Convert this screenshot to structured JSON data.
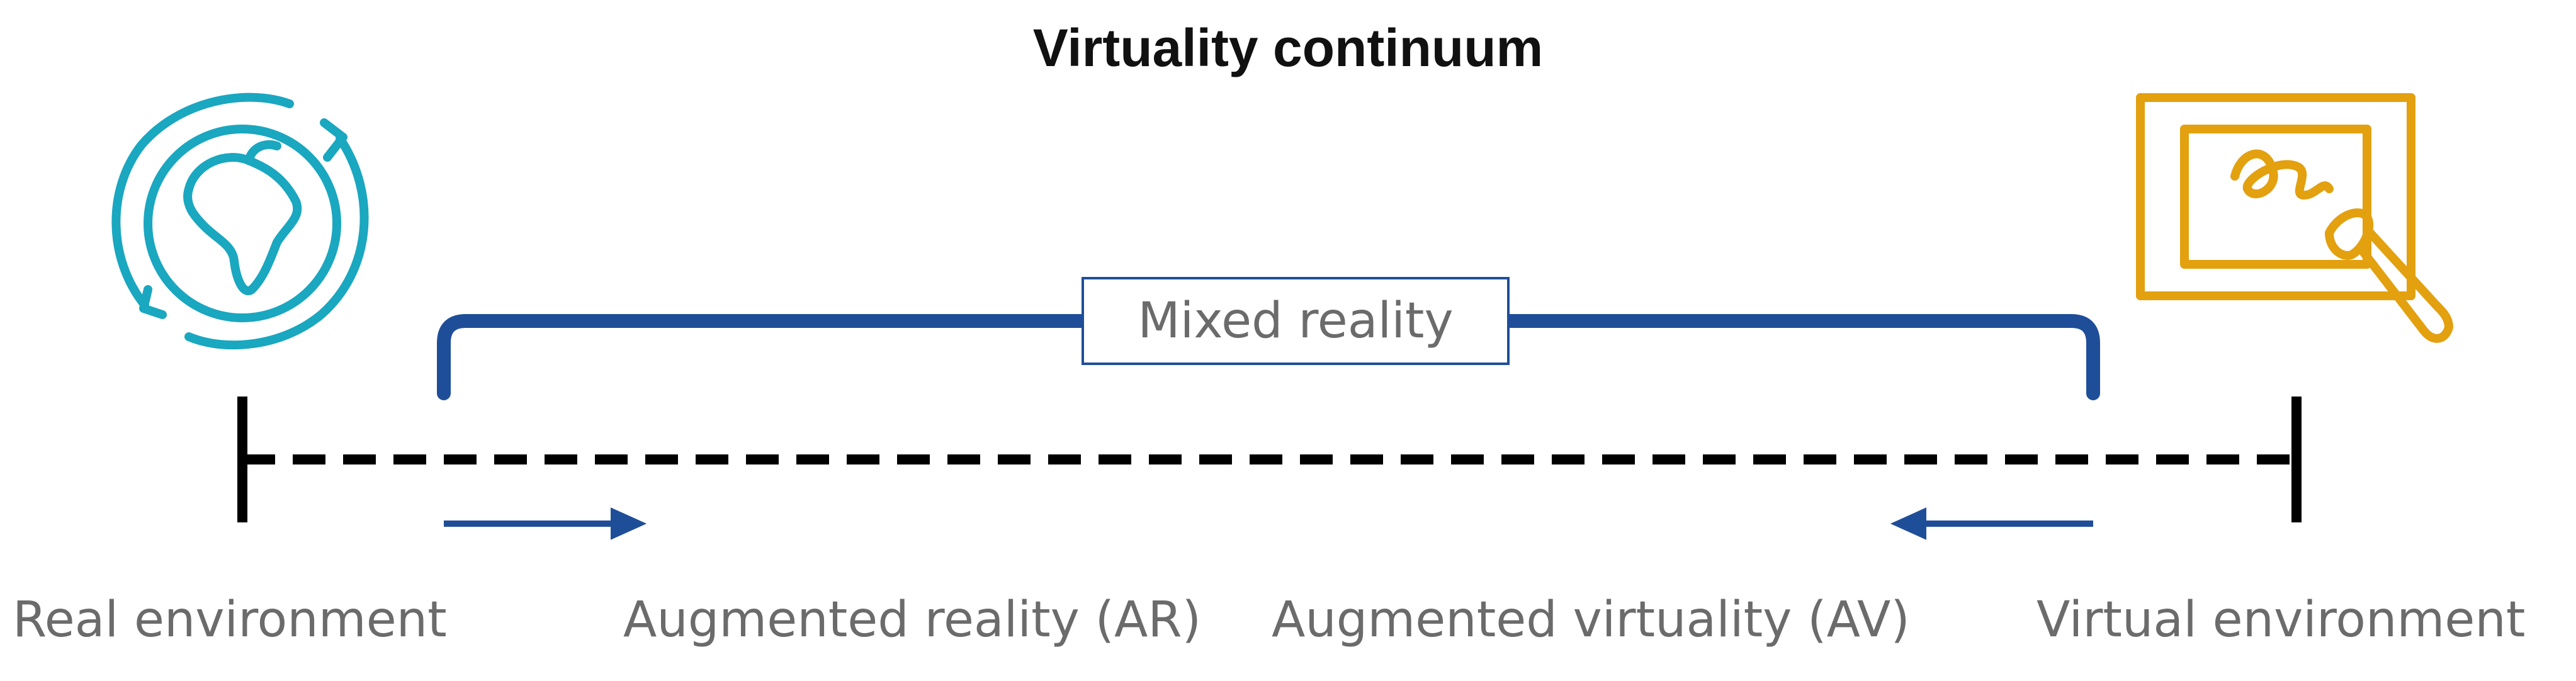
{
  "diagram": {
    "title": "Virtuality continuum",
    "mixed_reality_label": "Mixed reality",
    "labels": {
      "real_environment": "Real environment",
      "augmented_reality": "Augmented reality (AR)",
      "augmented_virtuality": "Augmented virtuality (AV)",
      "virtual_environment": "Virtual environment"
    },
    "icons": {
      "left": "globe-icon",
      "right": "drawing-canvas-icon"
    },
    "colors": {
      "bracket": "#1f4e99",
      "arrow": "#1f4e99",
      "continuum_line": "#000000",
      "globe": "#1aa7c0",
      "canvas": "#e3a00f",
      "text": "#6b6b6b",
      "title": "#111111"
    }
  }
}
